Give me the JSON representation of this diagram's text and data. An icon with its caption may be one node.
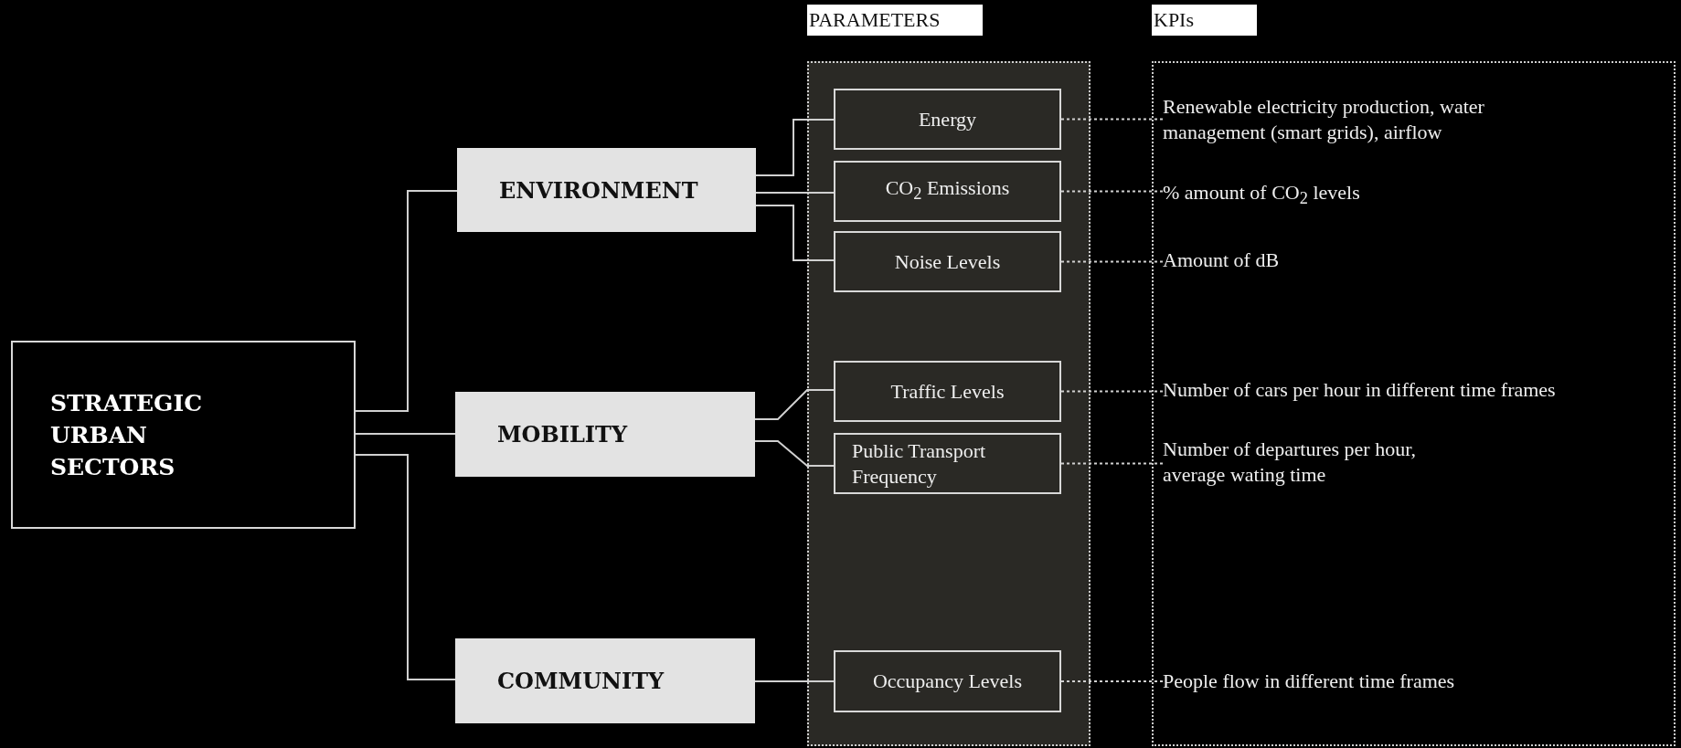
{
  "diagram": {
    "nodes": [
      {
        "text": [
          "STRATEGIC URBAN SECTORS"
        ]
      },
      {
        "text": [
          "ENVIRONMENT"
        ]
      },
      {
        "text": [
          "MOBILITY"
        ]
      },
      {
        "text": [
          "COMMUNITY"
        ]
      },
      {
        "text": [
          "PARAMETERS"
        ]
      },
      {
        "text": [
          "Energy"
        ],
        "in": 4
      },
      {
        "text": [
          "CO$_{2}$ Emissions"
        ],
        "in": 4
      },
      {
        "text": [
          "Noise Levels"
        ],
        "in": 4
      },
      {
        "text": [
          "Traffic Levels"
        ],
        "in": 4
      },
      {
        "text": [
          "Public Transport Frequency"
        ],
        "in": 4
      },
      {
        "text": [
          "Occupancy Levels"
        ],
        "in": 4
      },
      {
        "text": [
          "KPIs"
        ]
      },
      {
        "text": [
          "Renewable electricity production, water management (smart grids), airflow"
        ],
        "in": 11
      },
      {
        "text": [
          "% amount of CO$_{2}$ levels"
        ],
        "in": 11
      },
      {
        "text": [
          "Amount of dB"
        ],
        "in": 11
      },
      {
        "text": [
          "Number of cars per hour in different time frames"
        ],
        "in": 11
      },
      {
        "text": [
          "Number of departures per hour, average wating time"
        ],
        "in": 11
      },
      {
        "text": [
          "People flow in different time frames"
        ],
        "in": 11
      }
    ],
    "edges": [
      {
        "from": 0,
        "to": 1,
        "arrow": "none"
      },
      {
        "from": 0,
        "to": 2,
        "arrow": "none"
      },
      {
        "from": 0,
        "to": 3,
        "arrow": "none"
      },
      {
        "from": 1,
        "to": 5,
        "arrow": "none"
      },
      {
        "from": 1,
        "to": 6,
        "arrow": "none"
      },
      {
        "from": 1,
        "to": 7,
        "arrow": "none"
      },
      {
        "from": 2,
        "to": 8,
        "arrow": "none"
      },
      {
        "from": 2,
        "to": 9,
        "arrow": "none"
      },
      {
        "from": 3,
        "to": 10,
        "arrow": "none"
      },
      {
        "from": 5,
        "to": 12,
        "arrow": "none",
        "style": "dashed"
      },
      {
        "from": 6,
        "to": 13,
        "arrow": "none",
        "style": "dashed"
      },
      {
        "from": 7,
        "to": 14,
        "arrow": "none",
        "style": "dashed"
      },
      {
        "from": 8,
        "to": 15,
        "arrow": "none",
        "style": "dashed"
      },
      {
        "from": 9,
        "to": 16,
        "arrow": "none",
        "style": "dashed"
      },
      {
        "from": 10,
        "to": 17,
        "arrow": "none",
        "style": "dashed"
      }
    ]
  }
}
